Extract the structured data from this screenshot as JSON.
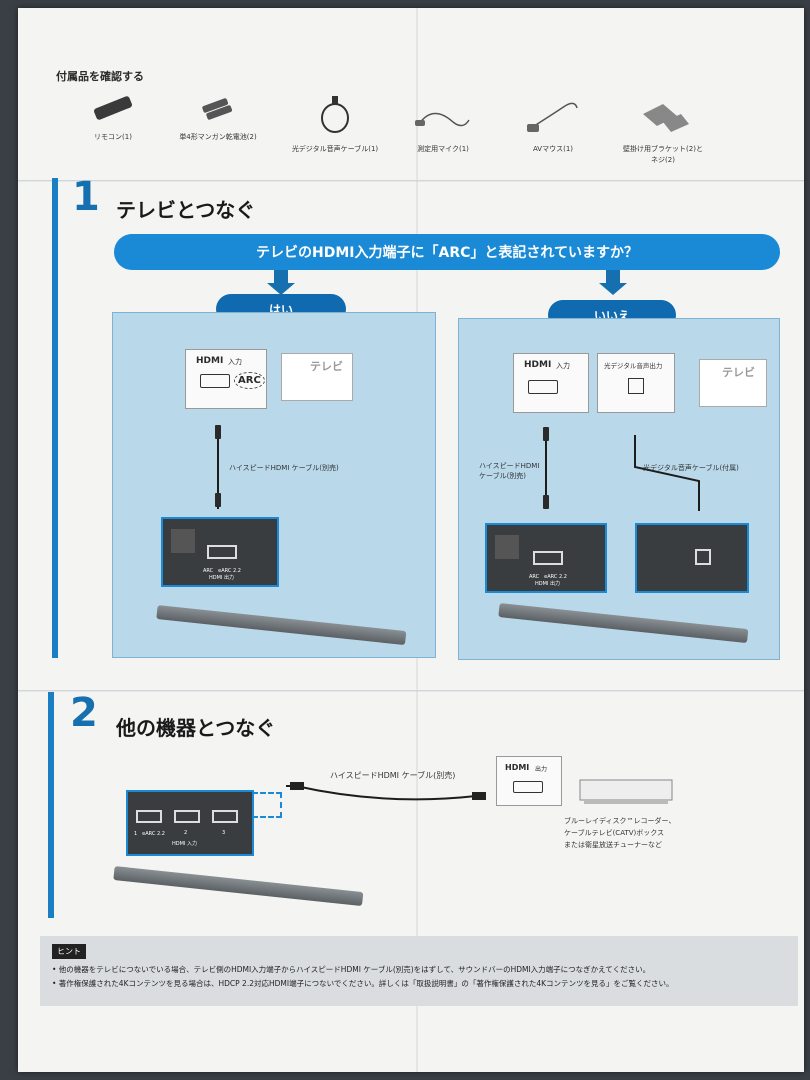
{
  "accessories": {
    "title": "付属品を確認する",
    "items": [
      {
        "label": "リモコン(1)",
        "icon": "remote-icon"
      },
      {
        "label": "単4形マンガン乾電池(2)",
        "icon": "battery-icon"
      },
      {
        "label": "光デジタル音声ケーブル(1)",
        "icon": "optical-cable-icon"
      },
      {
        "label": "測定用マイク(1)",
        "icon": "microphone-icon"
      },
      {
        "label": "AVマウス(1)",
        "icon": "av-mouse-icon"
      },
      {
        "label": "壁掛け用ブラケット(2)と",
        "label2": "ネジ(2)",
        "icon": "wall-bracket-icon"
      }
    ]
  },
  "step1": {
    "number": "1",
    "title": "テレビとつなぐ",
    "question": "テレビのHDMI入力端子に「ARC」と表記されていますか？",
    "yes": {
      "label": "はい",
      "hdmi_logo": "HDMI",
      "hdmi_in": "入力",
      "arc": "ARC",
      "tv": "テレビ",
      "cable_label": "ハイスピードHDMI ケーブル(別売)",
      "port_label_top": "ARC　eARC 2.2",
      "port_label": "HDMI 出力"
    },
    "no": {
      "label": "いいえ",
      "hdmi_logo": "HDMI",
      "hdmi_in": "入力",
      "optical_out": "光デジタル音声出力",
      "tv": "テレビ",
      "cable_label_1": "ハイスピードHDMI",
      "cable_label_2": "ケーブル(別売)",
      "optical_label": "光デジタル音声ケーブル(付属)",
      "port_label_top": "ARC　eARC 2.2",
      "port_label": "HDMI 出力"
    }
  },
  "step2": {
    "number": "2",
    "title": "他の機器とつなぐ",
    "cable_label": "ハイスピードHDMI ケーブル(別売)",
    "hdmi_logo": "HDMI",
    "hdmi_out": "出力",
    "hdmi_in_label": "HDMI 入力",
    "ports": [
      "1　eARC 2.2",
      "2",
      "3"
    ],
    "device_desc": [
      "ブルーレイディスク™レコーダー、",
      "ケーブルテレビ(CATV)ボックス",
      "または衛星放送チューナーなど"
    ]
  },
  "hint": {
    "tag": "ヒント",
    "lines": [
      "• 他の機器をテレビにつないでいる場合、テレビ側のHDMI入力端子からハイスピードHDMI ケーブル(別売)をはずして、サウンドバーのHDMI入力端子につなぎかえてください。",
      "• 著作権保護された4Kコンテンツを見る場合は、HDCP 2.2対応HDMI端子につないでください。詳しくは「取扱説明書」の「著作権保護された4Kコンテンツを見る」をご覧ください。"
    ]
  }
}
